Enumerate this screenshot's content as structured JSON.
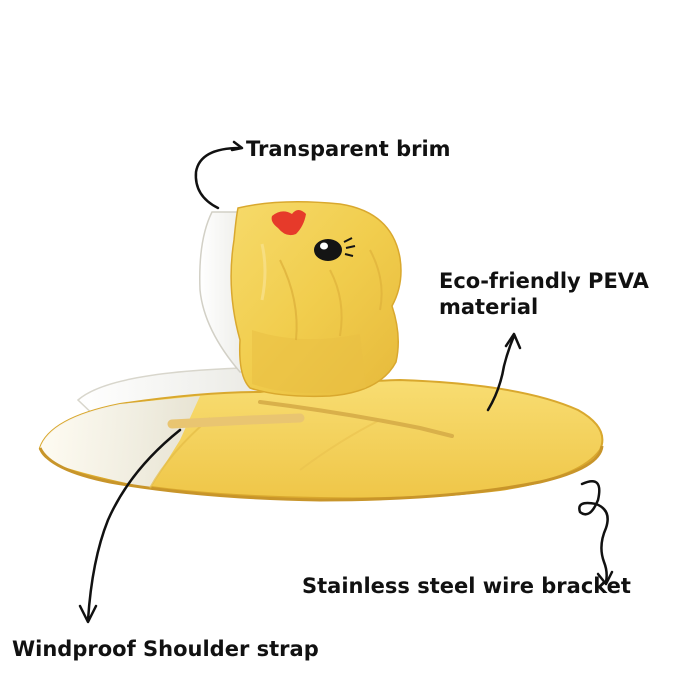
{
  "callouts": {
    "transparent_brim": "Transparent brim",
    "material_line1": "Eco-friendly PEVA",
    "material_line2": "material",
    "wire_bracket": "Stainless steel wire bracket",
    "shoulder_strap": "Windproof Shoulder strap"
  },
  "colors": {
    "raincoat_yellow": "#f1cd4d",
    "brim_edge": "#d9a82e",
    "transparent_panel": "#f2f2ef",
    "beak_red": "#e63a2a",
    "arrow_ink": "#111111"
  }
}
